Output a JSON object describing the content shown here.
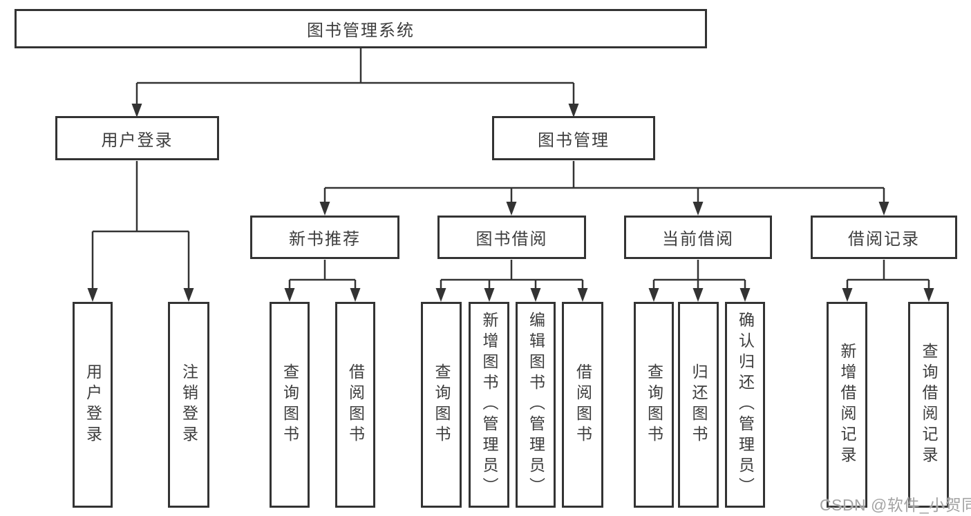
{
  "diagram": {
    "root": "图书管理系统",
    "branches": [
      {
        "label": "用户登录",
        "leaves": [
          "用户登录",
          "注销登录"
        ]
      },
      {
        "label": "图书管理",
        "groups": [
          {
            "label": "新书推荐",
            "leaves": [
              "查询图书",
              "借阅图书"
            ]
          },
          {
            "label": "图书借阅",
            "leaves": [
              "查询图书",
              "新增图书（管理员）",
              "编辑图书（管理员）",
              "借阅图书"
            ]
          },
          {
            "label": "当前借阅",
            "leaves": [
              "查询图书",
              "归还图书",
              "确认归还（管理员）"
            ]
          },
          {
            "label": "借阅记录",
            "leaves": [
              "新增借阅记录",
              "查询借阅记录"
            ]
          }
        ]
      }
    ]
  },
  "watermark": "CSDN @软件_小贺同学",
  "colors": {
    "line": "#333333",
    "text": "#3d3d3d",
    "watermark": "#a3a3a3",
    "background": "#ffffff"
  }
}
